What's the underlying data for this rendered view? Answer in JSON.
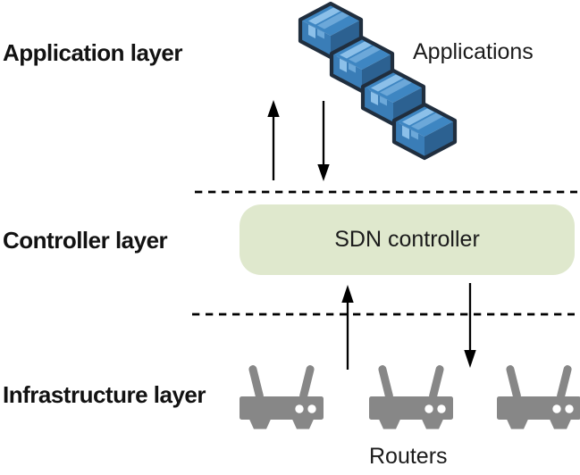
{
  "diagram": {
    "background": "#ffffff"
  },
  "layers": {
    "application": {
      "label": "Application layer"
    },
    "controller": {
      "label": "Controller layer"
    },
    "infrastructure": {
      "label": "Infrastructure layer"
    }
  },
  "nodes": {
    "applications": {
      "label": "Applications",
      "icon": "application-box-icon",
      "count": 4
    },
    "sdn_controller": {
      "label": "SDN controller"
    },
    "routers": {
      "label": "Routers",
      "icon": "router-icon",
      "count": 3
    }
  },
  "connections": [
    {
      "between": "application-controller",
      "direction": "up"
    },
    {
      "between": "application-controller",
      "direction": "down"
    },
    {
      "between": "controller-infrastructure",
      "direction": "up"
    },
    {
      "between": "controller-infrastructure",
      "direction": "down"
    }
  ],
  "colors": {
    "box_outline": "#202e3e",
    "box_top": "#3e86c2",
    "box_left": "#3a7db7",
    "box_right": "#2c6191",
    "box_stripe_light": "#8cc0e9",
    "box_stripe_mid": "#6ca8d9",
    "controller_bg": "#dfe8cd",
    "router_gray": "#878787",
    "led_white": "#ffffff",
    "line_black": "#000000",
    "text_dark": "#121212"
  }
}
